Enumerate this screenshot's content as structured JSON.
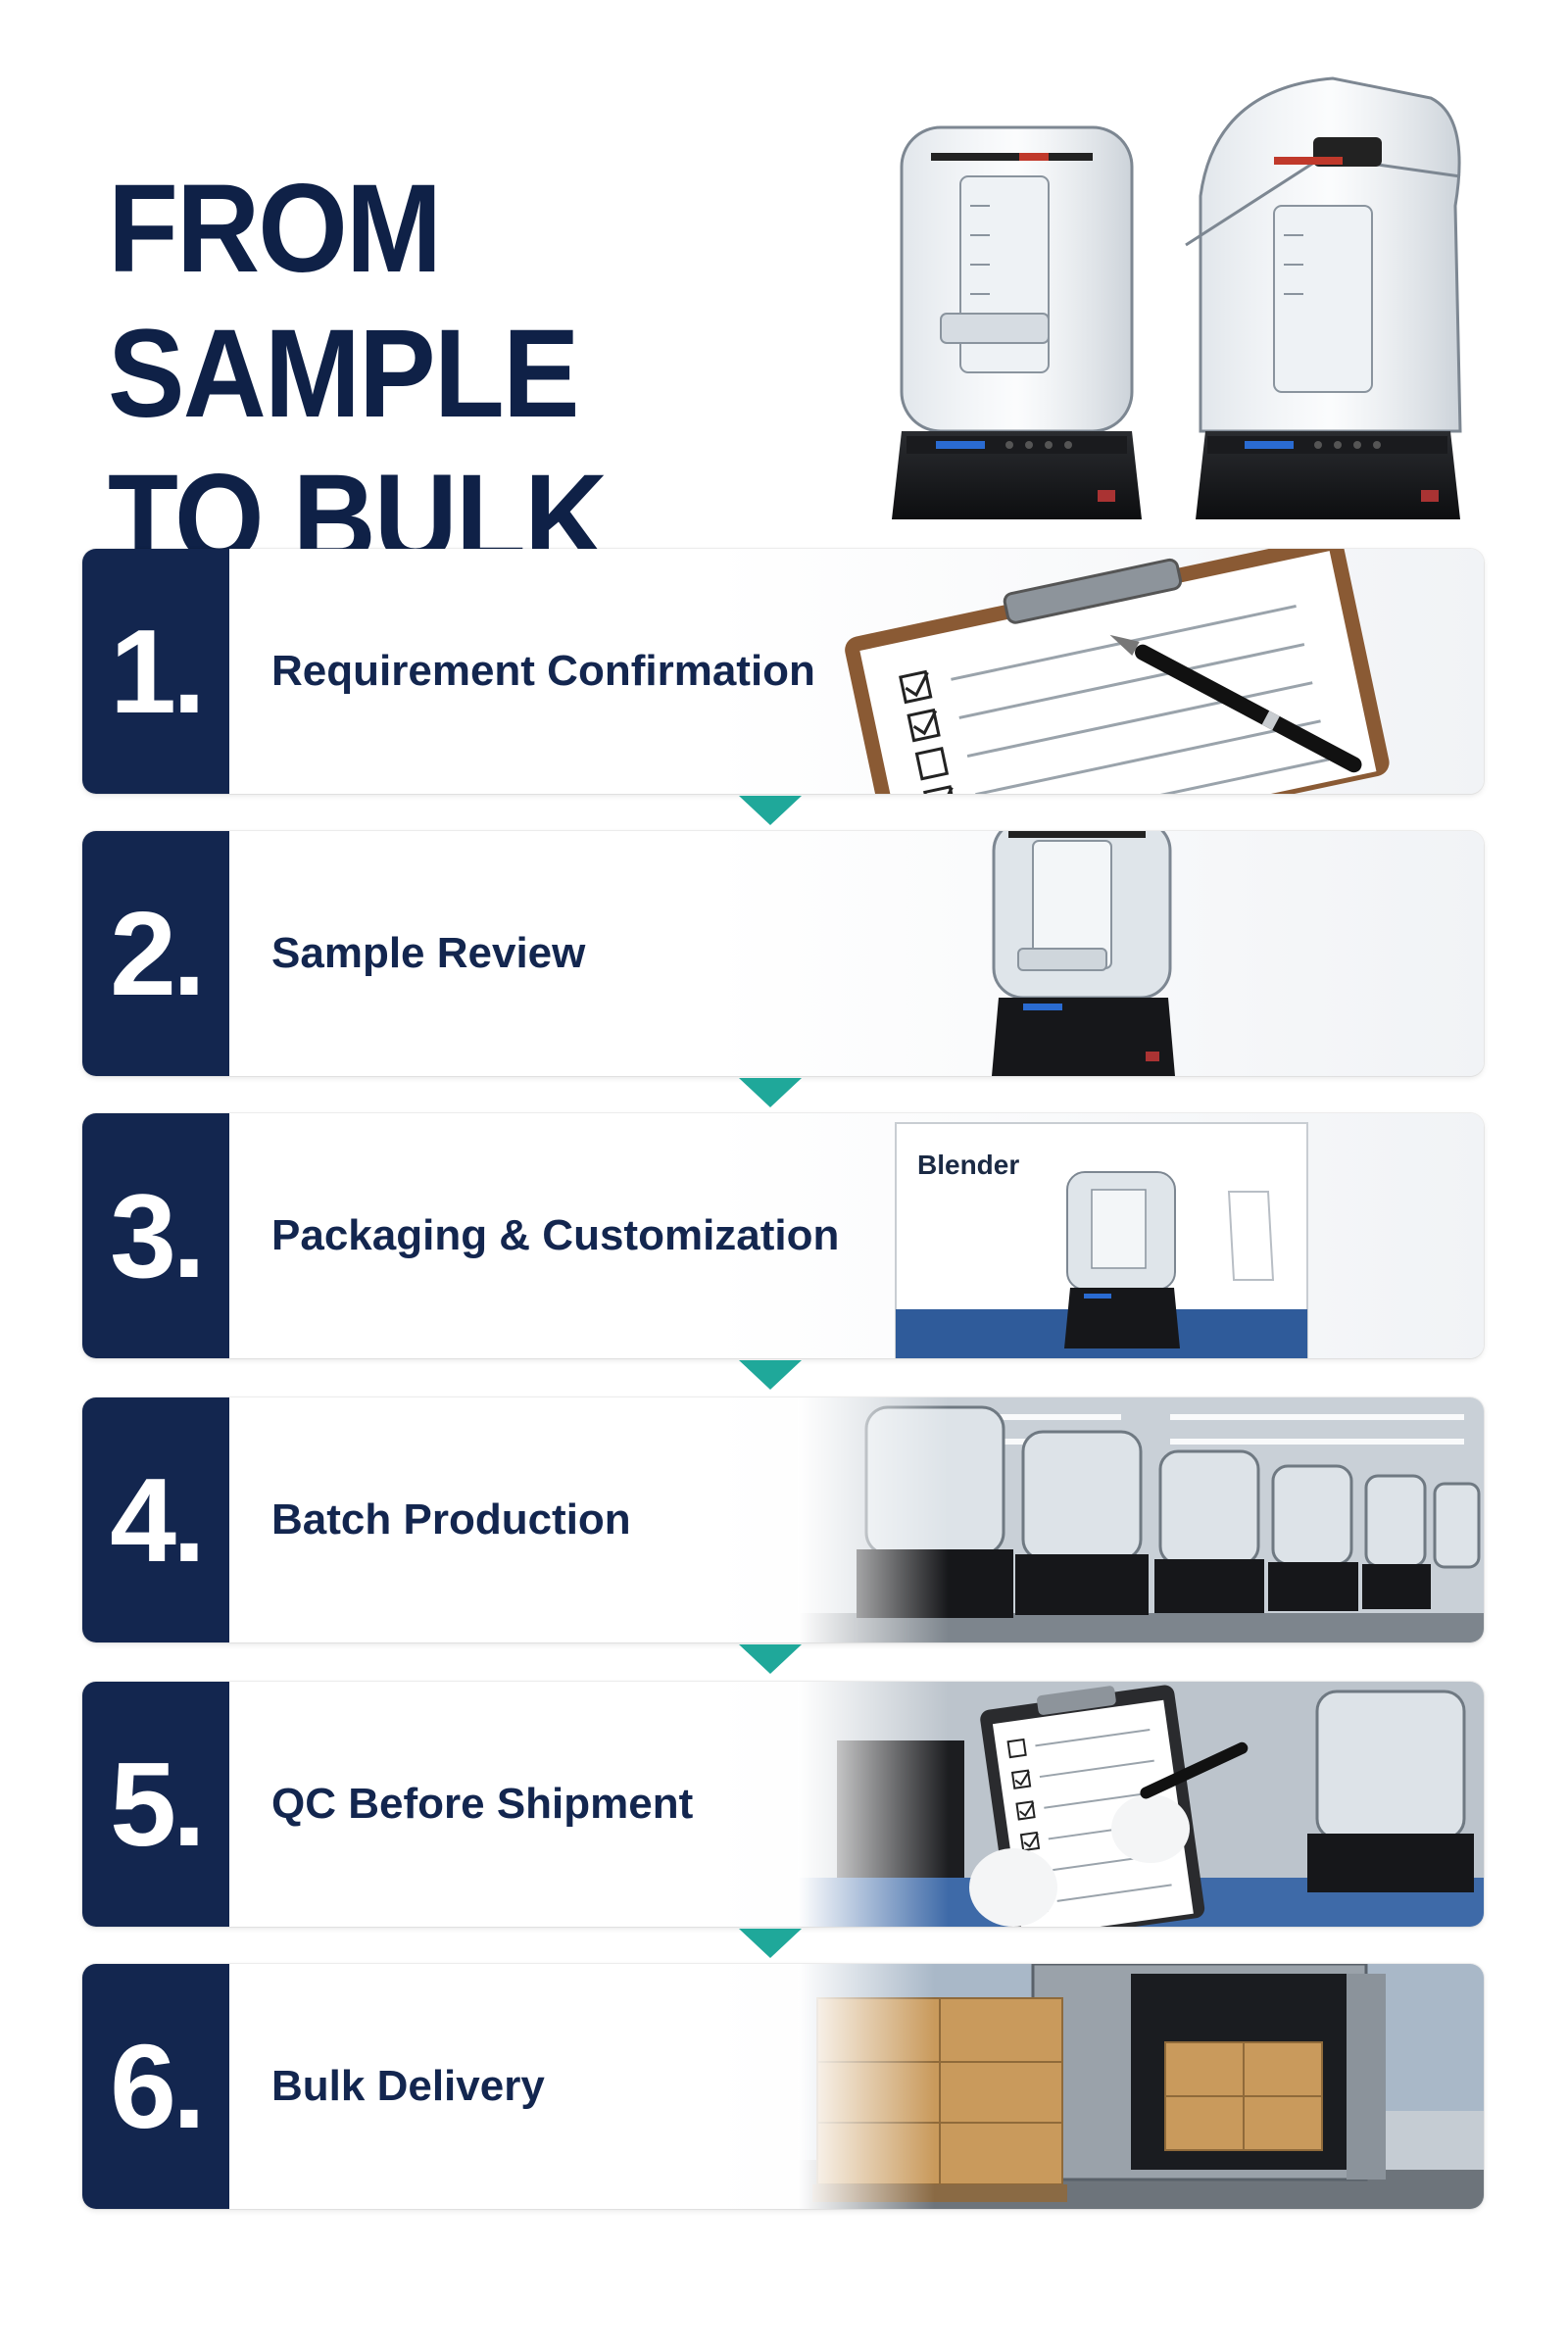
{
  "title": {
    "line1": "FROM SAMPLE",
    "line2": "TO BULK ORDER"
  },
  "steps": [
    {
      "number": "1.",
      "label": "Requirement Confirmation",
      "icon": "clipboard-checklist-icon"
    },
    {
      "number": "2.",
      "label": "Sample Review",
      "icon": "blender-icon"
    },
    {
      "number": "3.",
      "label": "Packaging & Customization",
      "icon": "product-box-icon",
      "box_text": "Blender"
    },
    {
      "number": "4.",
      "label": "Batch Production",
      "icon": "production-line-icon"
    },
    {
      "number": "5.",
      "label": "QC Before Shipment",
      "icon": "qc-inspection-icon"
    },
    {
      "number": "6.",
      "label": "Bulk Delivery",
      "icon": "delivery-truck-icon"
    }
  ],
  "colors": {
    "navy": "#13264f",
    "arrow_teal": "#1fa89a",
    "box_blue": "#2f5b9a",
    "carton": "#c99a5c"
  }
}
